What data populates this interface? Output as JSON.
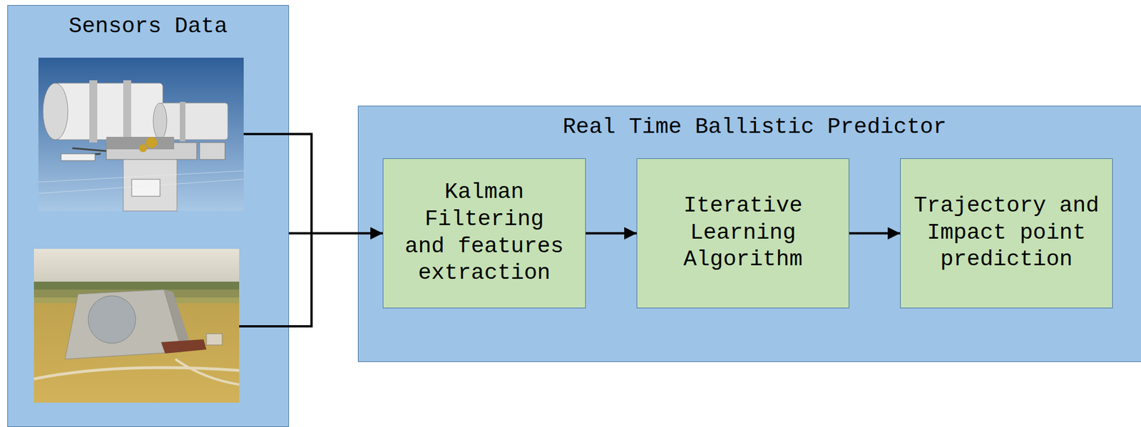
{
  "diagram": {
    "nodes": [
      {
        "text": [
          "Sensors Data"
        ]
      },
      {
        "text": [
          "Real Time Ballistic Predictor"
        ]
      },
      {
        "text": [
          "Kalman Filtering and features extraction"
        ],
        "in": 1
      },
      {
        "text": [
          "Iterative Learning Algorithm"
        ],
        "in": 1
      },
      {
        "text": [
          "Trajectory and Impact point prediction"
        ],
        "in": 1
      }
    ],
    "edges": [
      {
        "from": 0,
        "to": 2,
        "arrow": "to"
      },
      {
        "from": 2,
        "to": 3,
        "arrow": "to"
      },
      {
        "from": 3,
        "to": 4,
        "arrow": "to"
      }
    ]
  }
}
